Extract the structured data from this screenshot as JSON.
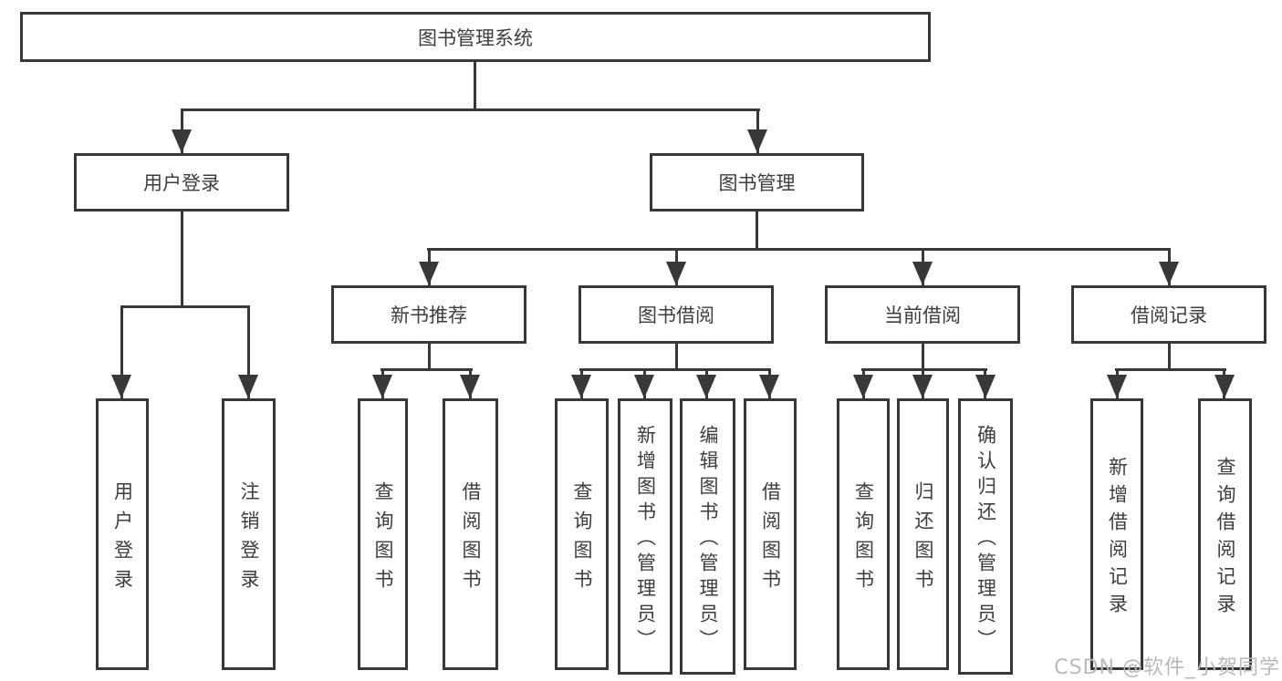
{
  "diagram": {
    "title": "图书管理系统",
    "user_login": {
      "label": "用户登录",
      "children": {
        "login": "用户登录",
        "logout": "注销登录"
      }
    },
    "book_mgmt": {
      "label": "图书管理",
      "new_book": {
        "label": "新书推荐",
        "children": {
          "query": "查询图书",
          "borrow": "借阅图书"
        }
      },
      "borrowing": {
        "label": "图书借阅",
        "children": {
          "query": "查询图书",
          "add": "新增图书（管理员）",
          "edit": "编辑图书（管理员）",
          "borrow": "借阅图书"
        }
      },
      "current": {
        "label": "当前借阅",
        "children": {
          "query": "查询图书",
          "return": "归还图书",
          "confirm": "确认归还（管理员）"
        }
      },
      "records": {
        "label": "借阅记录",
        "children": {
          "add": "新增借阅记录",
          "query": "查询借阅记录"
        }
      }
    }
  },
  "watermark": "CSDN @软件_小贺同学",
  "colors": {
    "line": "#383838",
    "text": "#3d3d3d",
    "watermark": "#b9b9b9",
    "background": "#ffffff"
  }
}
